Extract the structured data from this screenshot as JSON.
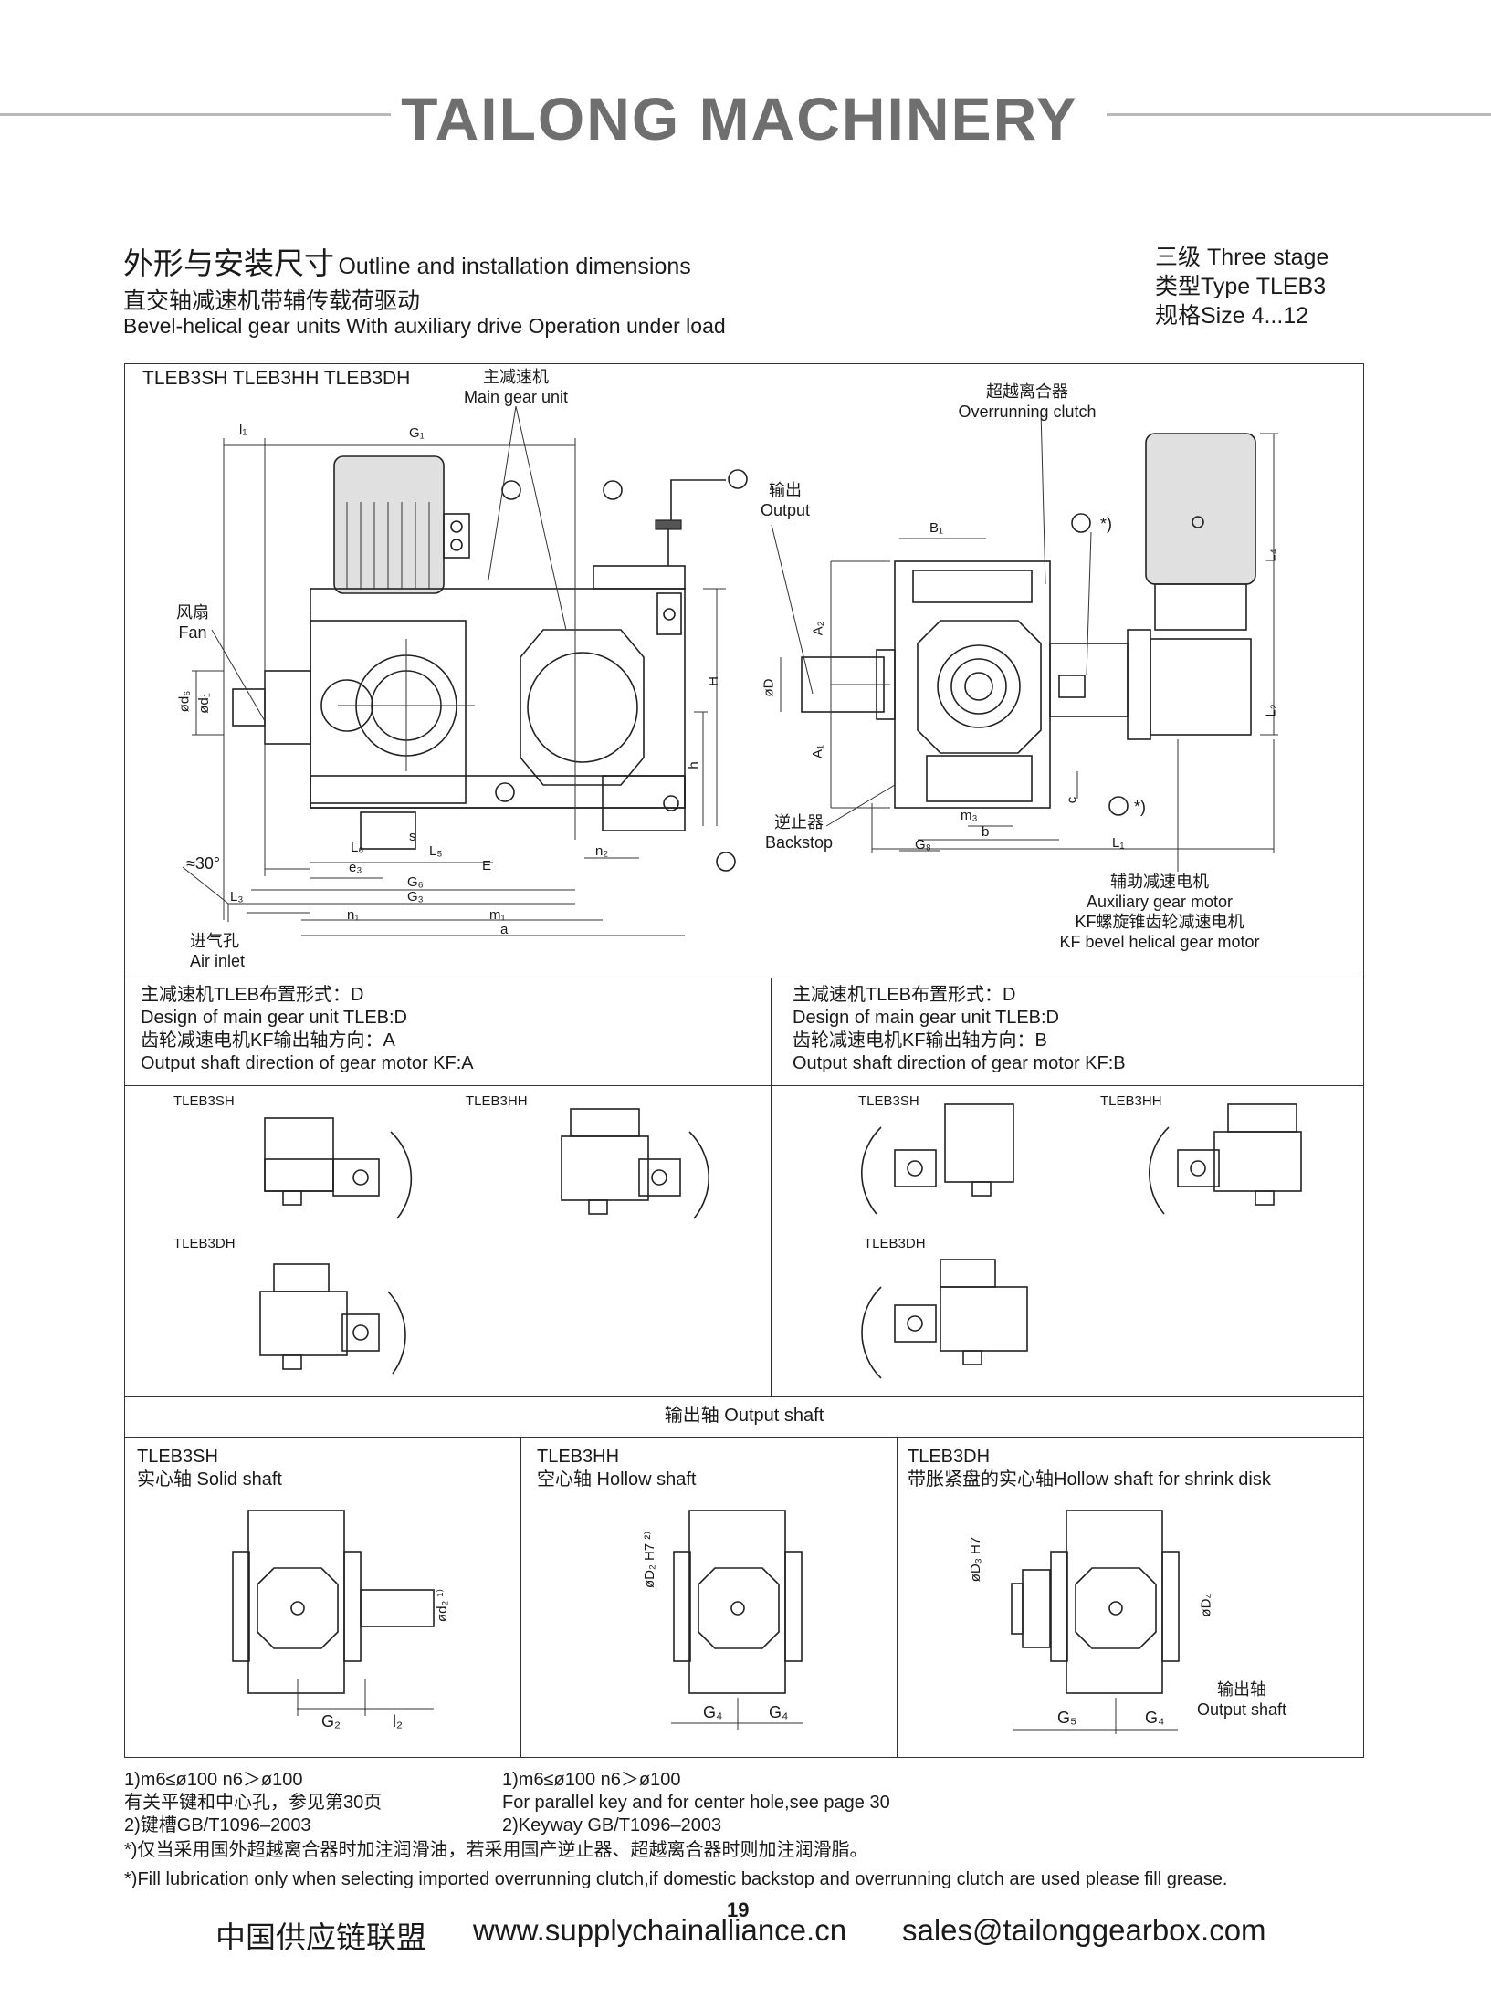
{
  "brand": "TAILONG MACHINERY",
  "header": {
    "title_zh": "外形与安装尺寸",
    "title_en": "Outline and installation dimensions",
    "subtitle_zh": "直交轴减速机带辅传载荷驱动",
    "subtitle_en": "Bevel-helical gear units With auxiliary drive  Operation under load",
    "stage": "三级 Three stage",
    "type": "类型Type TLEB3",
    "size": "规格Size 4...12"
  },
  "main_drawing": {
    "models": "TLEB3SH TLEB3HH TLEB3DH",
    "labels": {
      "main_unit_zh": "主减速机",
      "main_unit_en": "Main gear unit",
      "fan_zh": "风扇",
      "fan_en": "Fan",
      "air_zh": "进气孔",
      "air_en": "Air inlet",
      "angle": "≈30°",
      "output_zh": "输出",
      "output_en": "Output",
      "clutch_zh": "超越离合器",
      "clutch_en": "Overrunning clutch",
      "backstop_zh": "逆止器",
      "backstop_en": "Backstop",
      "aux_zh": "辅助减速电机",
      "aux_en": "Auxiliary gear motor",
      "kf_zh": "KF螺旋锥齿轮减速电机",
      "kf_en": "KF bevel helical gear motor",
      "star1": "*)",
      "star2": "*)"
    },
    "dims": {
      "l1": "l₁",
      "G1": "G₁",
      "d6": "ød₆",
      "d1": "ød₁",
      "H": "H",
      "h": "h",
      "s": "s",
      "L6": "L₆",
      "L5": "L₅",
      "e3": "e₃",
      "E": "E",
      "n2": "n₂",
      "G6": "G₆",
      "G3": "G₃",
      "L3": "L₃",
      "n1": "n₁",
      "m1": "m₁",
      "a": "a",
      "B1": "B₁",
      "A2": "A₂",
      "A1": "A₁",
      "D": "øD",
      "L4": "L₄",
      "L2": "L₂",
      "c": "c",
      "m3": "m₃",
      "b": "b",
      "G8": "G₈",
      "L1": "L₁"
    }
  },
  "arrangement": {
    "left_header": [
      "主减速机TLEB布置形式：D",
      "Design of main gear unit TLEB:D",
      "齿轮减速电机KF输出轴方向：A",
      "Output shaft direction of gear motor KF:A"
    ],
    "right_header": [
      "主减速机TLEB布置形式：D",
      "Design of main gear unit TLEB:D",
      "齿轮减速电机KF输出轴方向：B",
      "Output shaft direction of gear motor KF:B"
    ],
    "left_labels": [
      "TLEB3SH",
      "TLEB3HH",
      "TLEB3DH"
    ],
    "right_labels": [
      "TLEB3SH",
      "TLEB3HH",
      "TLEB3DH"
    ]
  },
  "output_shaft": {
    "title": "输出轴 Output shaft",
    "col1": {
      "model": "TLEB3SH",
      "desc": "实心轴 Solid shaft",
      "dims": [
        "ød₂ ¹⁾",
        "G₂",
        "l₂"
      ]
    },
    "col2": {
      "model": "TLEB3HH",
      "desc": "空心轴 Hollow shaft",
      "dims": [
        "øD₂ H7 ²⁾",
        "G₄",
        "G₄"
      ]
    },
    "col3": {
      "model": "TLEB3DH",
      "desc": "带胀紧盘的实心轴Hollow shaft for shrink disk",
      "dims": [
        "øD₃ H7",
        "øD₄",
        "G₅",
        "G₄"
      ],
      "output_zh": "输出轴",
      "output_en": "Output shaft"
    }
  },
  "notes": {
    "left": [
      "1)m6≤ø100 n6＞ø100",
      "有关平键和中心孔，参见第30页",
      "2)键槽GB/T1096–2003"
    ],
    "right": [
      "1)m6≤ø100 n6＞ø100",
      "For parallel key and for center hole,see page 30",
      "2)Keyway GB/T1096–2003"
    ],
    "star_zh": "*)仅当采用国外超越离合器时加注润滑油，若采用国产逆止器、超越离合器时则加注润滑脂。",
    "star_en": "*)Fill lubrication only when selecting imported overrunning clutch,if domestic backstop and overrunning clutch are used please fill grease."
  },
  "page_number": "19",
  "footer": {
    "org": "中国供应链联盟",
    "website": "www.supplychainalliance.cn",
    "email": "sales@tailonggearbox.com"
  }
}
